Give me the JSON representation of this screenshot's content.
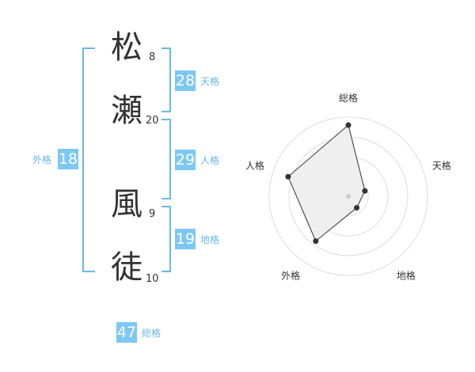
{
  "name": {
    "chars": [
      {
        "char": "松",
        "strokes": "8"
      },
      {
        "char": "瀬",
        "strokes": "20"
      },
      {
        "char": "風",
        "strokes": "9"
      },
      {
        "char": "徒",
        "strokes": "10"
      }
    ]
  },
  "grid": {
    "tenkaku": {
      "value": "28",
      "label": "天格"
    },
    "jinkaku": {
      "value": "29",
      "label": "人格"
    },
    "chikaku": {
      "value": "19",
      "label": "地格"
    },
    "gaikaku": {
      "value": "18",
      "label": "外格"
    },
    "soukaku": {
      "value": "47",
      "label": "総格"
    }
  },
  "chart_data": {
    "type": "radar",
    "axes": [
      "総格",
      "天格",
      "地格",
      "外格",
      "人格"
    ],
    "values": [
      0.9,
      0.22,
      0.18,
      0.7,
      0.8
    ],
    "rings": 4,
    "colors": {
      "fill": "#efefef",
      "line": "#333333",
      "ring": "#dddddd",
      "center": "#cccccc"
    }
  },
  "colors": {
    "accent": "#7cc8f2",
    "accent_text": "#6ab8e6",
    "text": "#333333"
  }
}
